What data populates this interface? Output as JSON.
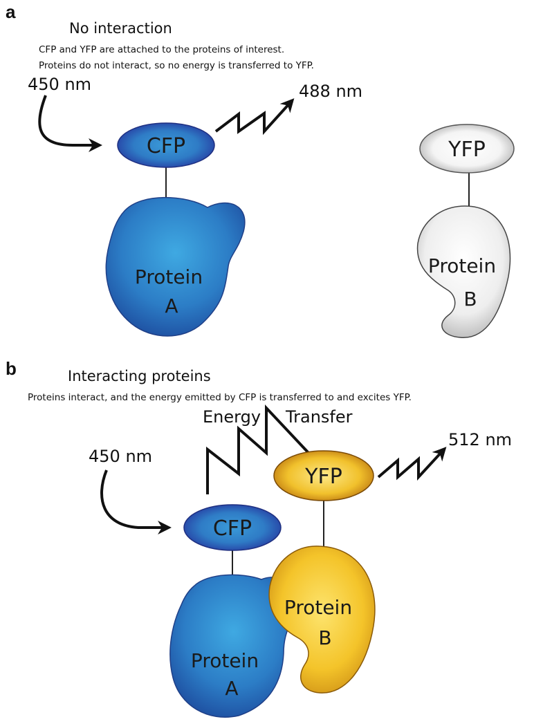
{
  "panel_a": {
    "letter": "a",
    "title": "No interaction",
    "caption_1": "CFP and YFP are attached to the proteins of interest.",
    "caption_2": "Proteins do not interact, so no energy is transferred to YFP.",
    "excitation": "450 nm",
    "emission": "488 nm",
    "cfp": "CFP",
    "yfp": "YFP",
    "protein_a": [
      "Protein",
      "A"
    ],
    "protein_b": [
      "Protein",
      "B"
    ]
  },
  "panel_b": {
    "letter": "b",
    "title": "Interacting proteins",
    "caption": "Proteins interact, and the energy emitted by CFP is transferred to and excites YFP.",
    "energy": "Energy",
    "transfer": "Transfer",
    "excitation": "450 nm",
    "emission": "512 nm",
    "cfp": "CFP",
    "yfp": "YFP",
    "protein_a": [
      "Protein",
      "A"
    ],
    "protein_b": [
      "Protein",
      "B"
    ]
  },
  "colors": {
    "blue_light": "#3aa0da",
    "blue_dark": "#1f48a0",
    "yellow_light": "#fbe27a",
    "yellow_dark": "#c07a10",
    "grey_light": "#ffffff",
    "grey_dark": "#a8a8a8"
  }
}
